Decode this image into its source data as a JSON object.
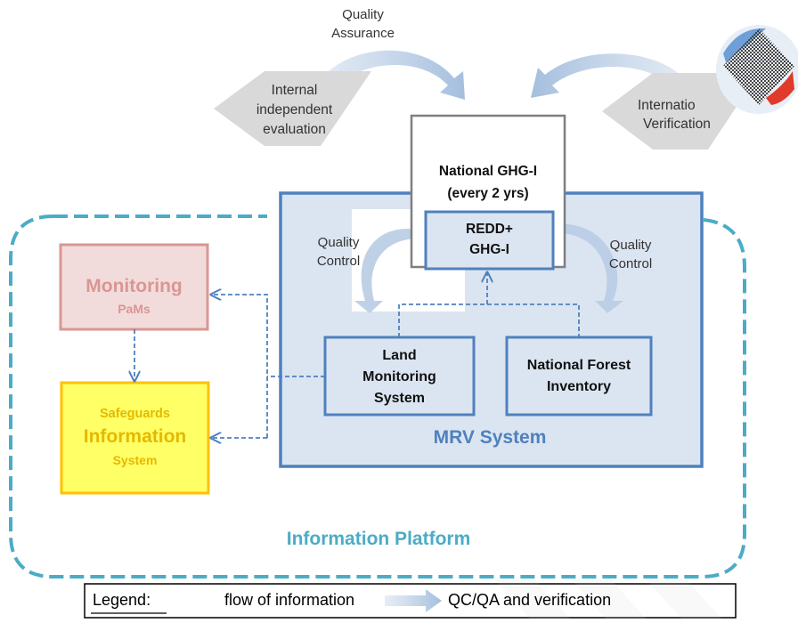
{
  "quality_assurance": {
    "line1": "Quality",
    "line2": "Assurance"
  },
  "internal_evaluation": {
    "line1": "Internal",
    "line2": "independent",
    "line3": "evaluation"
  },
  "international_verification": {
    "line1": "Internatio",
    "line2": "Verification"
  },
  "national_ghgi": {
    "line1": "National GHG-I",
    "line2": "(every 2 yrs)"
  },
  "redd_ghgi": {
    "line1": "REDD+",
    "line2": "GHG-I"
  },
  "quality_control_left": {
    "line1": "Quality",
    "line2": "Control"
  },
  "quality_control_right": {
    "line1": "Quality",
    "line2": "Control"
  },
  "land_monitoring": {
    "line1": "Land",
    "line2": "Monitoring",
    "line3": "System"
  },
  "national_forest_inventory": {
    "line1": "National Forest",
    "line2": "Inventory"
  },
  "mrv_system": {
    "label": "MRV System"
  },
  "monitoring_pams": {
    "title": "Monitoring",
    "subtitle": "PaMs"
  },
  "safeguards": {
    "line1": "Safeguards",
    "line2": "Information",
    "line3": "System"
  },
  "information_platform": {
    "label": "Information Platform"
  },
  "legend": {
    "title": "Legend:",
    "flow": "flow of information",
    "qcqa": "QC/QA and verification"
  },
  "colors": {
    "mrv_fill": "#dbe5f1",
    "mrv_border": "#4f81bd",
    "platform_border": "#4bacc6",
    "monitoring_fill": "#f2dcdb",
    "monitoring_border": "#d99694",
    "monitoring_text": "#d99694",
    "safeguards_fill": "#ffff66",
    "safeguards_border": "#ffc000",
    "safeguards_text": "#e6b800",
    "arrow_fill": "#b8cce4",
    "diamond_fill": "#d9d9d9"
  }
}
